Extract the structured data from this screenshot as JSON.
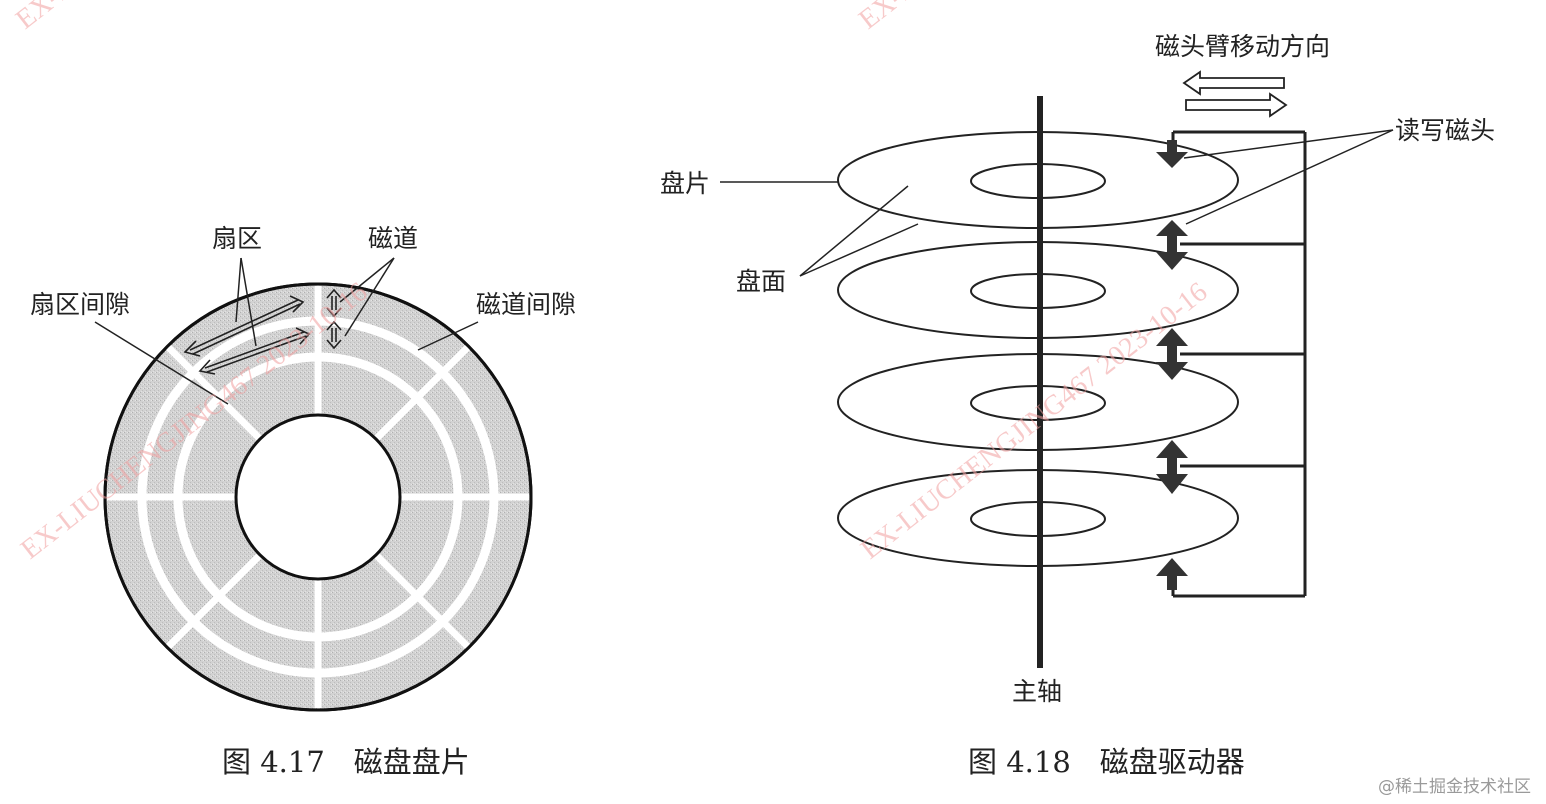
{
  "figure_left": {
    "labels": {
      "sector": "扇区",
      "track": "磁道",
      "sector_gap": "扇区间隙",
      "track_gap": "磁道间隙"
    },
    "caption": "图 4.17　磁盘盘片"
  },
  "figure_right": {
    "labels": {
      "arm_direction": "磁头臂移动方向",
      "rw_head": "读写磁头",
      "platter": "盘片",
      "surface": "盘面",
      "spindle": "主轴"
    },
    "caption": "图 4.18　磁盘驱动器"
  },
  "watermarks": [
    "EX-LIUCHENGJING467 2023-10-16",
    "EX-LIUCHENGJING467 2023-10-16",
    "EX-LIUCHENGJING467 2023-10-16",
    "EX-LIUCHENGJING467 2023-10-16"
  ],
  "logo_text": "@稀土掘金技术社区"
}
